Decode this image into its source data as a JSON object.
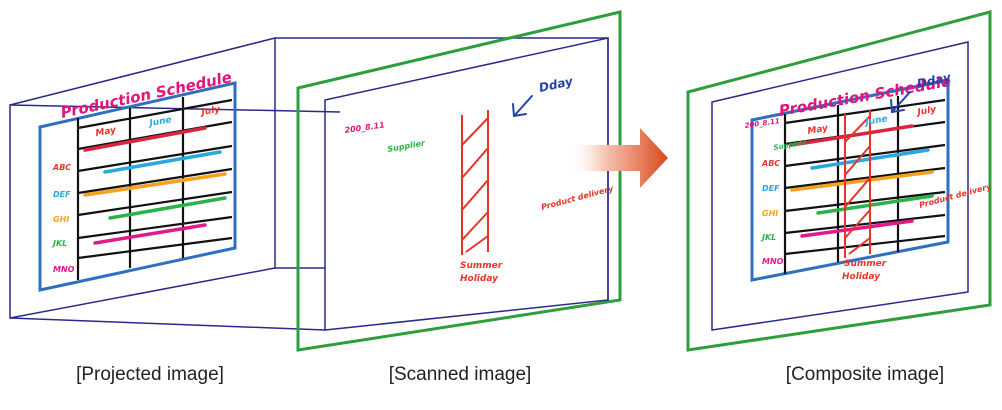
{
  "colors": {
    "navy": "#2a2a8a",
    "green": "#2e9e3c",
    "table_border": "#2f6fbf",
    "title_magenta": "#e0147a",
    "red_ink": "#e8332a",
    "blue_ink": "#2244aa",
    "arrow_dark": "#d84a1c",
    "arrow_light": "#f7c8b8",
    "bars": [
      "#d9253f",
      "#29a8e0",
      "#f5a01e",
      "#2bb34a",
      "#e01a8c"
    ],
    "rows": [
      "#e8332a",
      "#29a8e0",
      "#f5a01e",
      "#2bb34a",
      "#e01a8c"
    ]
  },
  "projected": {
    "title": "Production Schedule",
    "months": [
      "May",
      "June",
      "July"
    ],
    "rows": [
      "ABC",
      "DEF",
      "GHI",
      "JKL",
      "MNO"
    ]
  },
  "scanned": {
    "date": "200_8.11",
    "dday": "Dday",
    "supplier": "Supplier",
    "product": "Product delivery",
    "summer": "Summer",
    "holiday": "Holiday"
  },
  "composite": {
    "date": "200_8.11",
    "title": "Production Schedule",
    "months": [
      "May",
      "June",
      "July"
    ],
    "rows": [
      "ABC",
      "DEF",
      "GHI",
      "JKL",
      "MNO"
    ],
    "dday": "Dday",
    "supplier": "Supplier",
    "product": "Product delivery",
    "summer": "Summer",
    "holiday": "Holiday"
  },
  "captions": {
    "projected": "[Projected image]",
    "scanned": "[Scanned image]",
    "composite": "[Composite image]"
  },
  "icons": {
    "arrow": "right-arrow-icon"
  }
}
